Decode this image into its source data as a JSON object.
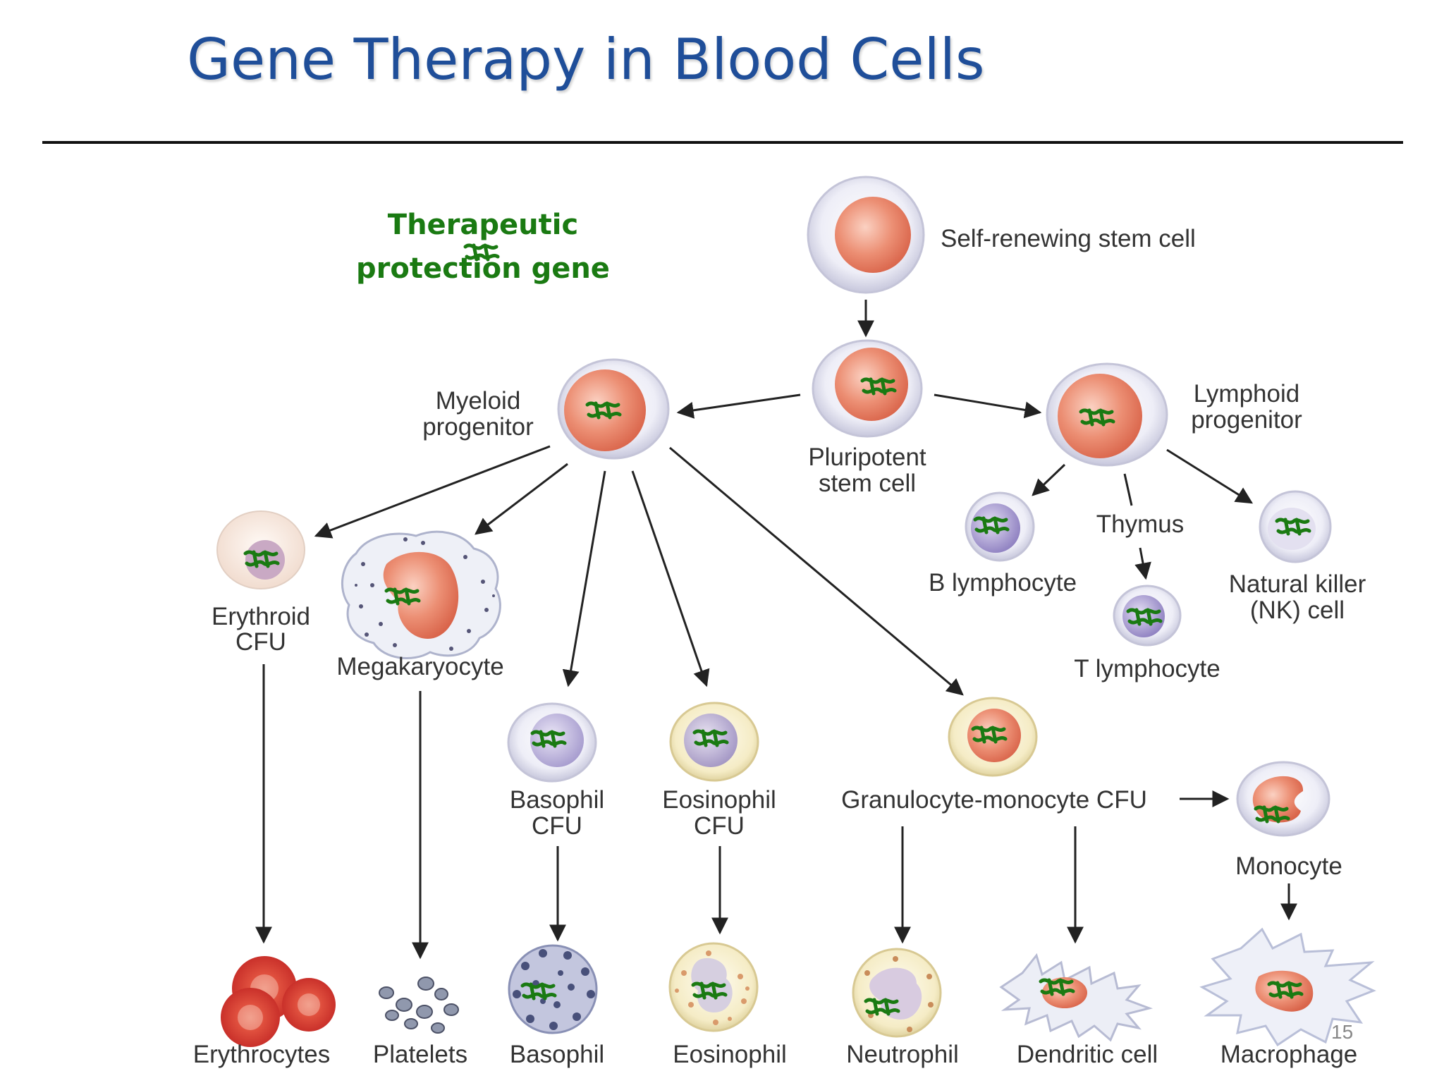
{
  "slide": {
    "title": "Gene Therapy in Blood Cells",
    "page_number": "15"
  },
  "legend": {
    "line1": "Therapeutic",
    "line2": "protection gene",
    "gene_color": "#1a7a12"
  },
  "labels": {
    "stem_cell": "Self-renewing stem cell",
    "pluripotent_1": "Pluripotent",
    "pluripotent_2": "stem cell",
    "myeloid_1": "Myeloid",
    "myeloid_2": "progenitor",
    "lymphoid_1": "Lymphoid",
    "lymphoid_2": "progenitor",
    "b_lymphocyte": "B lymphocyte",
    "thymus": "Thymus",
    "t_lymphocyte": "T lymphocyte",
    "nk_1": "Natural killer",
    "nk_2": "(NK) cell",
    "erythroid_1": "Erythroid",
    "erythroid_2": "CFU",
    "megakaryocyte": "Megakaryocyte",
    "basophil_cfu_1": "Basophil",
    "basophil_cfu_2": "CFU",
    "eosinophil_cfu_1": "Eosinophil",
    "eosinophil_cfu_2": "CFU",
    "gm_cfu": "Granulocyte-monocyte CFU",
    "monocyte": "Monocyte",
    "erythrocytes": "Erythrocytes",
    "platelets": "Platelets",
    "basophil": "Basophil",
    "eosinophil": "Eosinophil",
    "neutrophil": "Neutrophil",
    "dendritic": "Dendritic cell",
    "macrophage": "Macrophage"
  },
  "colors": {
    "title": "#1f4e99",
    "nucleus": "#e9826a",
    "lymph_nucleus": "#9b8ec4",
    "cell_outline": "#c9c9de",
    "arrow": "#222222"
  }
}
